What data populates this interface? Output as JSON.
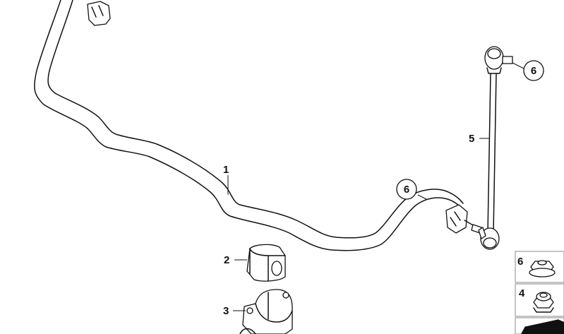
{
  "callouts": {
    "stabilizer_bar": "1",
    "rubber_mounting": "2",
    "bracket": "3",
    "link_rod": "5",
    "nut_link_top": "6",
    "nut_link_bottom": "6"
  },
  "legend": {
    "item_a": "6",
    "item_b": "4"
  }
}
